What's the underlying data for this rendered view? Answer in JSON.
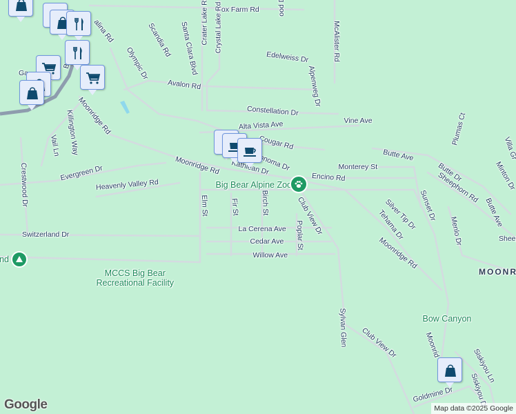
{
  "map": {
    "background_color": "#c3f0d5",
    "road_color": "#d4dbe0",
    "highway_color": "#8e9cae",
    "water_color": "#8fd8ec",
    "label_color": "#1e3a5c",
    "poi_label_color": "#1d8a5a",
    "street_labels": [
      "Fox Farm Rd",
      "Crater Lake Rd",
      "Crystal Lake Rd",
      "ood Dr",
      "McAlister Rd",
      "Santa Clara Blvd",
      "Scandia Rd",
      "Olympic Dr",
      "alina Rd",
      "Edelweiss Dr",
      "Alpenweg Dr",
      "Avalon Rd",
      "Constellation Dr",
      "Alta Vista Ave",
      "Vine Ave",
      "Cougar Rd",
      "onoma Dr",
      "Kathlean Dr",
      "Monterey St",
      "Encino Rd",
      "Butte Ave",
      "Plumas Ct",
      "Villa Gr",
      "Minton Dr",
      "Butte Dr",
      "Sheephorn Rd",
      "Butte Ave",
      "Sheep",
      "Moonridge Rd",
      "Moonridge Rd",
      "Killington Way",
      "Vail Ln",
      "Crestwood Dr",
      "Evergreen Dr",
      "Heavenly Valley Rd",
      "Elm St",
      "Fir St",
      "Birch St",
      "Club View Dr",
      "Poplar St",
      "Silver Tip Dr",
      "Tehama Dr",
      "Sunset Dr",
      "Menlo Dr",
      "Moonridge Rd",
      "La Cerena Ave",
      "Cedar Ave",
      "Willow Ave",
      "Switzerland Dr",
      "Sylvan Glen",
      "Club View Dr",
      "Moonrid",
      "Siskiyou Ln",
      "Siskiyou D",
      "Goldmine Dr",
      "Ga",
      "B"
    ],
    "area_labels": [
      "MOONR"
    ],
    "poi_labels": [
      "Big Bear Alpine Zoo",
      "MCCS Big Bear\nRecreational Facility",
      "Bow Canyon",
      "nd"
    ],
    "markers": [
      "shopping-bag",
      "shopping-bag",
      "shopping-bag",
      "restaurant",
      "restaurant",
      "shopping-cart",
      "shopping-bag",
      "shopping-bag",
      "shopping-cart",
      "restaurant",
      "coffee",
      "coffee",
      "shopping-bag"
    ],
    "zoo_icon": "paw",
    "park_icon": "tree"
  },
  "footer": {
    "logo": "Google",
    "attribution": "Map data ©2025 Google"
  }
}
